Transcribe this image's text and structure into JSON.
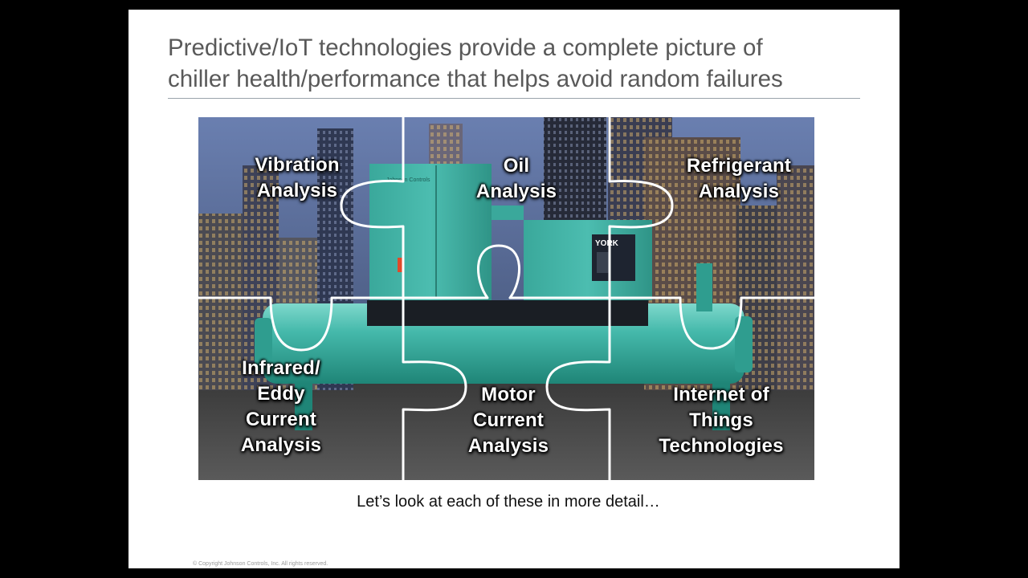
{
  "slide": {
    "title_lines": [
      "Predictive/IoT technologies provide a complete picture of",
      "chiller health/performance that helps avoid random failures"
    ],
    "pieces": [
      {
        "lines": [
          "Vibration",
          "Analysis"
        ]
      },
      {
        "lines": [
          "Oil",
          "Analysis"
        ]
      },
      {
        "lines": [
          "Refrigerant",
          "Analysis"
        ]
      },
      {
        "lines": [
          "Infrared/",
          "Eddy",
          "Current",
          "Analysis"
        ]
      },
      {
        "lines": [
          "Motor",
          "Current",
          "Analysis"
        ]
      },
      {
        "lines": [
          "Internet of",
          "Things",
          "Technologies"
        ]
      }
    ],
    "brand_logo": "YORK",
    "jc_logo": "Johnson Controls",
    "caption": "Let’s look at each of these in more detail…",
    "copyright": "© Copyright Johnson Controls, Inc. All rights reserved."
  },
  "colors": {
    "chiller": "#3fb6a8",
    "sky": "#5a6d9a",
    "title": "#595959",
    "puzzle_lines": "#ffffff"
  }
}
